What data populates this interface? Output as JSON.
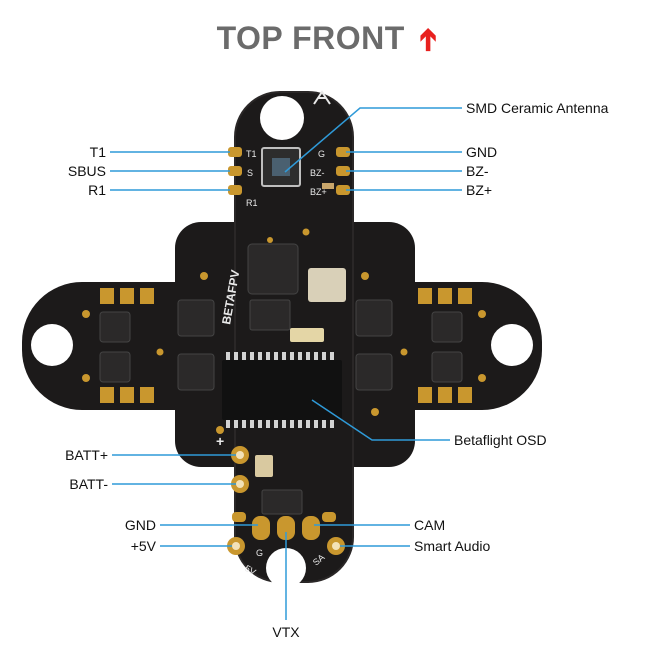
{
  "title": "TOP FRONT",
  "title_arrow": "➔",
  "colors": {
    "leader": "#2f9ad8",
    "pcb": "#1c1a1a",
    "gold": "#c9972e",
    "title": "#6b6b6b",
    "arrow": "#e8201e"
  },
  "labels": {
    "antenna": "SMD Ceramic Antenna",
    "t1": "T1",
    "sbus": "SBUS",
    "r1": "R1",
    "gnd_top": "GND",
    "bz_minus": "BZ-",
    "bz_plus": "BZ+",
    "osd": "Betaflight OSD",
    "batt_plus": "BATT+",
    "batt_minus": "BATT-",
    "gnd_bottom": "GND",
    "v5": "+5V",
    "cam": "CAM",
    "smart_audio": "Smart Audio",
    "vtx": "VTX"
  },
  "board_silkscreen": {
    "brand": "BETAFPV",
    "t1": "T1",
    "s": "S",
    "r1": "R1",
    "g_top": "G",
    "bz_minus": "BZ-",
    "bz_plus": "BZ+",
    "plus": "+",
    "g_bottom": "G",
    "v5": "5V",
    "sa": "SA"
  }
}
